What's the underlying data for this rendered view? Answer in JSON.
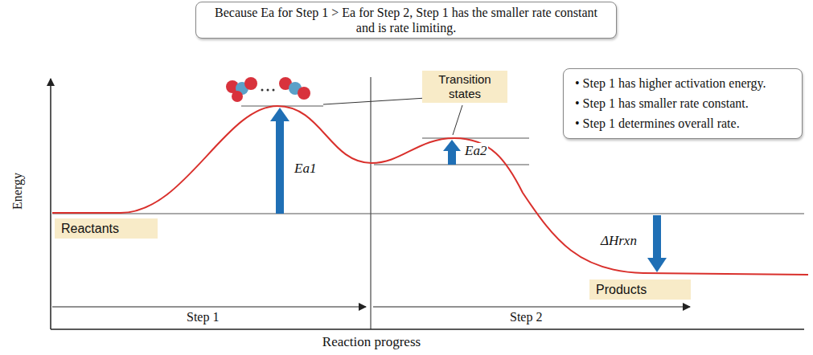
{
  "diagram": {
    "nodes": [
      {
        "text": [
          "Because Ea for Step 1 > Ea for Step 2, Step 1 has the smaller rate constant and is rate limiting."
        ]
      },
      {
        "text": [
          "Transition states"
        ]
      },
      {
        "text": [
          "• Step 1 has higher activation energy.",
          "• Step 1 has smaller rate constant.",
          "• Step 1 determines overall rate."
        ]
      },
      {
        "text": [
          "Reactants"
        ]
      },
      {
        "text": [
          "Products"
        ]
      }
    ],
    "labels": [
      "Ea1",
      "Ea2",
      "ΔHrxn",
      "Energy",
      "Step 1",
      "Step 2",
      "Reaction progress"
    ]
  }
}
